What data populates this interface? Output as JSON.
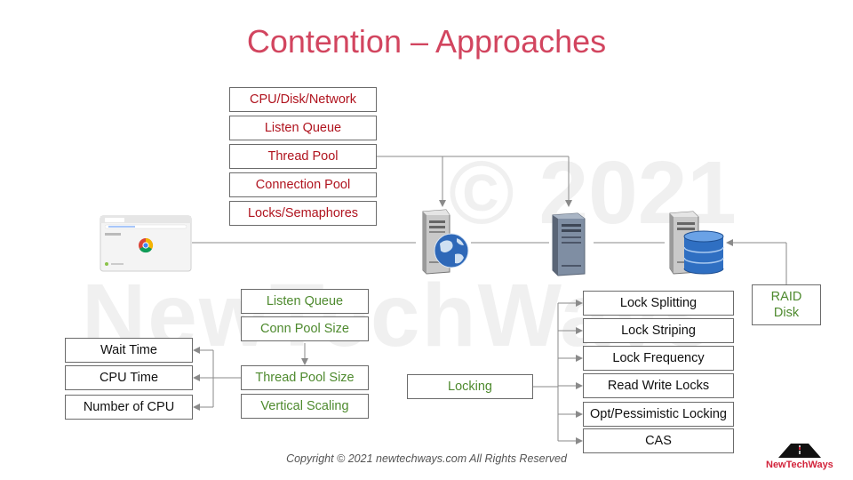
{
  "title": "Contention – Approaches",
  "watermark": {
    "year": "© 2021",
    "brand": "NewTechWays"
  },
  "resources": [
    "CPU/Disk/Network",
    "Listen Queue",
    "Thread Pool",
    "Connection Pool",
    "Locks/Semaphores"
  ],
  "config": [
    "Listen Queue",
    "Conn Pool Size",
    "Thread Pool Size",
    "Vertical Scaling"
  ],
  "metrics": [
    "Wait Time",
    "CPU Time",
    "Number of CPU"
  ],
  "locking": "Locking",
  "lock_types": [
    "Lock Splitting",
    "Lock Striping",
    "Lock Frequency",
    "Read Write Locks",
    "Opt/Pessimistic Locking",
    "CAS"
  ],
  "raid": {
    "line1": "RAID",
    "line2": "Disk"
  },
  "footer": "Copyright © 2021 newtechways.com All Rights Reserved",
  "logo": "NewTechWays",
  "colors": {
    "title": "#d2455f",
    "resource_text": "#b0141f",
    "config_text": "#4e8a2e",
    "accent_blue": "#3a78c9"
  },
  "icons": [
    "browser-window-icon",
    "web-server-globe-icon",
    "app-server-icon",
    "database-server-icon",
    "newtechways-logo-icon"
  ]
}
